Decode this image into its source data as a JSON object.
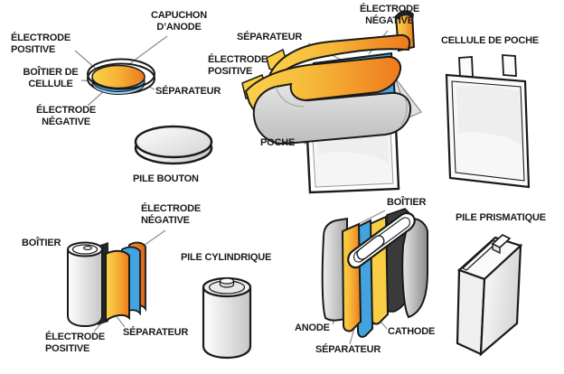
{
  "figure": {
    "language": "fr",
    "subject": "battery cell formats"
  },
  "colors": {
    "electrode_yellow": "#FACD3F",
    "electrode_orange": "#EE7D1F",
    "electrode_deep_orange": "#DD6414",
    "separator_blue": "#42A3DE",
    "separator_light_blue": "#A9D3EC",
    "case_gray": "#CCCCCC",
    "dark_case": "#3A3A3A",
    "outline": "#1A1A1A",
    "leader_line": "#8C8C8C",
    "text": "#1A1A1A",
    "background": "#FFFFFF"
  },
  "sections": {
    "button_cell": {
      "name_label": "PILE BOUTON",
      "labels": {
        "anode_cap": "CAPUCHON\nD’ANODE",
        "positive_electrode": "ÉLECTRODE\nPOSITIVE",
        "cell_case": "BOÎTIER DE\nCELLULE",
        "negative_electrode": "ÉLECTRODE\nNÉGATIVE",
        "separator": "SÉPARATEUR"
      }
    },
    "pouch_cell": {
      "name_label": "CELLULE DE POCHE",
      "labels": {
        "negative_electrode": "ÉLECTRODE\nNÉGATIVE",
        "separator": "SÉPARATEUR",
        "positive_electrode": "ÉLECTRODE\nPOSITIVE",
        "pouch": "POCHE"
      }
    },
    "cylindrical_cell": {
      "name_label": "PILE CYLINDRIQUE",
      "labels": {
        "negative_electrode": "ÉLECTRODE\nNÉGATIVE",
        "case": "BOÎTIER",
        "positive_electrode": "ÉLECTRODE\nPOSITIVE",
        "separator": "SÉPARATEUR"
      }
    },
    "prismatic_cell": {
      "name_label": "PILE PRISMATIQUE",
      "labels": {
        "case": "BOÎTIER",
        "anode": "ANODE",
        "separator": "SÉPARATEUR",
        "cathode": "CATHODE"
      }
    }
  }
}
